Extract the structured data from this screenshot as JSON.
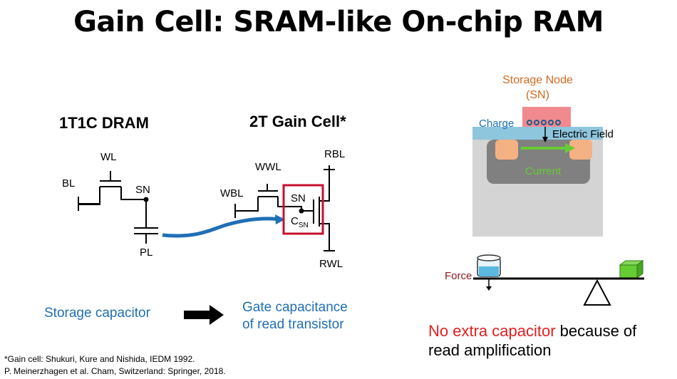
{
  "title": "Gain Cell: SRAM-like On-chip RAM",
  "dram": {
    "header": "1T1C DRAM",
    "labels": {
      "wl": "WL",
      "bl": "BL",
      "sn": "SN",
      "pl": "PL"
    }
  },
  "gain_cell": {
    "header": "2T Gain Cell*",
    "labels": {
      "rbl": "RBL",
      "wwl": "WWL",
      "wbl": "WBL",
      "sn": "SN",
      "csn_c": "C",
      "csn_sub": "SN",
      "rwl": "RWL"
    }
  },
  "bottom_left": {
    "storage": "Storage capacitor",
    "gate_line1": "Gate capacitance",
    "gate_line2": "of read transistor"
  },
  "device": {
    "storage_node_line1": "Storage Node",
    "storage_node_line2": "(SN)",
    "charge": "Charge",
    "electric_field": "Electric Field",
    "current": "Current"
  },
  "lever": {
    "force": "Force"
  },
  "note": {
    "highlight": "No extra capacitor",
    "rest_line1": " because of",
    "line2": "read amplification"
  },
  "footnotes": [
    "*Gain cell: Shukuri, Kure and Nishida, IEDM 1992.",
    "P. Meinerzhagen et al. Cham, Switzerland: Springer, 2018."
  ],
  "colors": {
    "blue_text": "#1f6fb5",
    "red_box": "#c8102e",
    "storage_node_text": "#d2691e",
    "storage_node_fill": "#f08a8f",
    "oxide": "#8ec6dd",
    "current": "#66cc33",
    "force_text": "#8b1a1a",
    "no_extra": "#e02020"
  }
}
